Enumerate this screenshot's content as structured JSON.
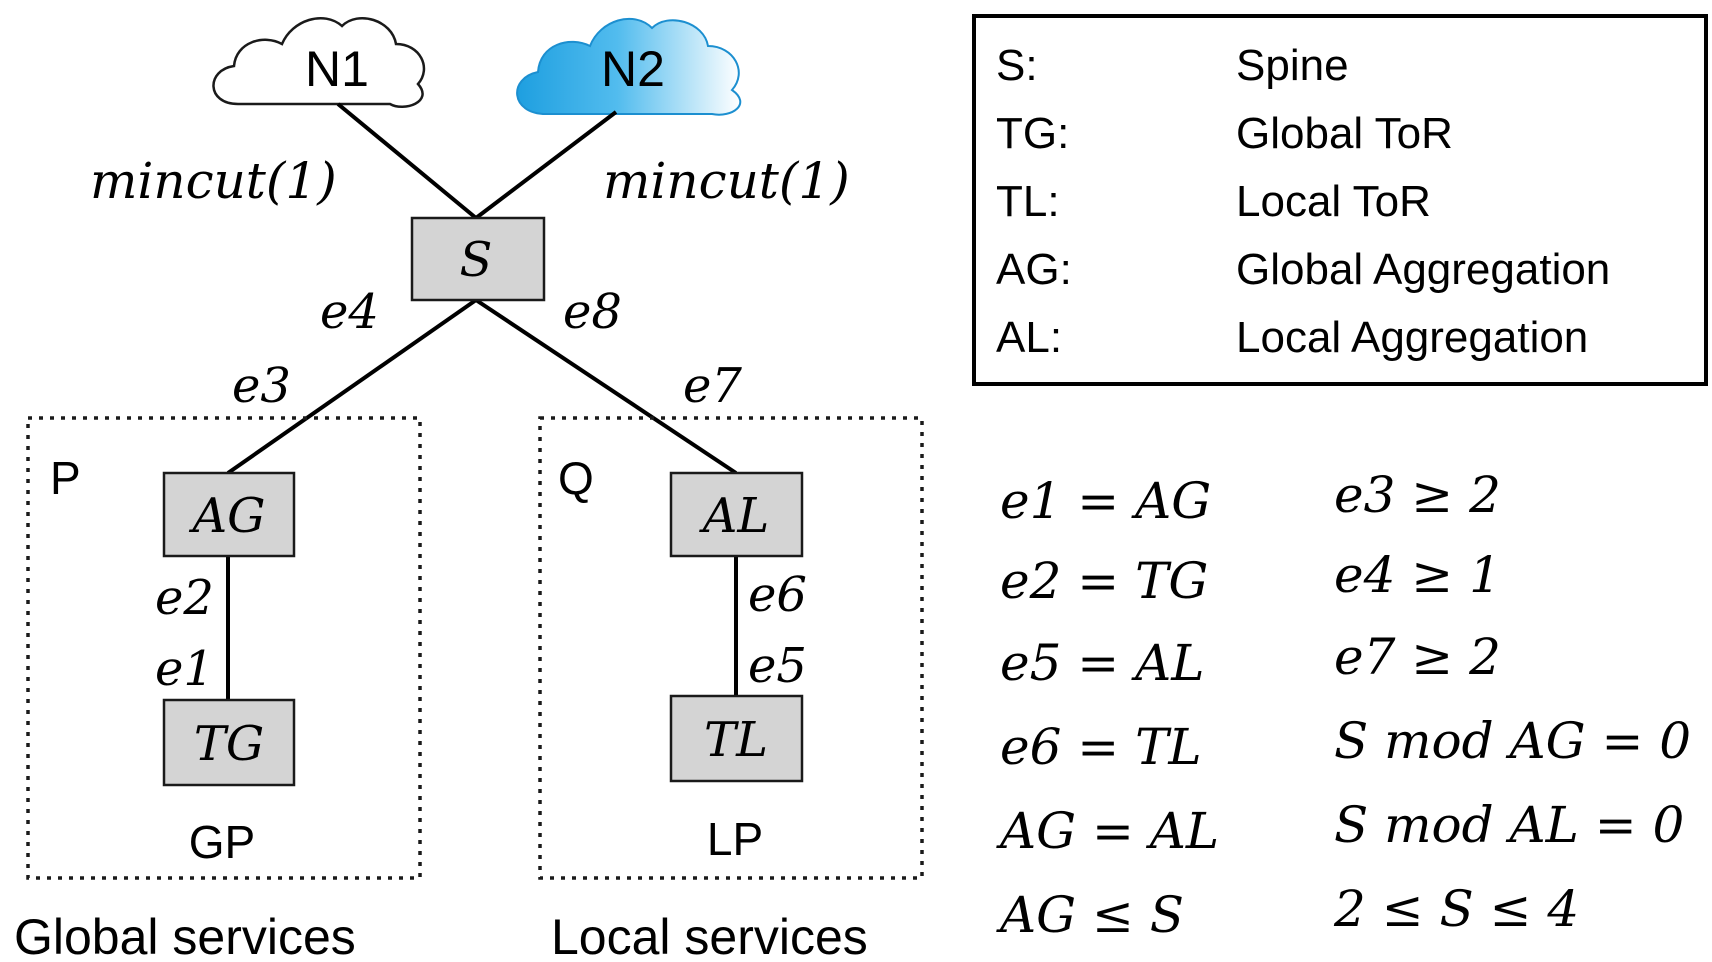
{
  "diagram": {
    "clouds": [
      {
        "id": "n1",
        "label": "N1",
        "style": "outline"
      },
      {
        "id": "n2",
        "label": "N2",
        "style": "filled-blue-gradient"
      }
    ],
    "uplink_labels": {
      "left": "mincut(1)",
      "right": "mincut(1)"
    },
    "nodes": {
      "spine": "S",
      "global_agg": "AG",
      "global_tor": "TG",
      "local_agg": "AL",
      "local_tor": "TL"
    },
    "edge_labels": {
      "e1": "e1",
      "e2": "e2",
      "e3": "e3",
      "e4": "e4",
      "e5": "e5",
      "e6": "e6",
      "e7": "e7",
      "e8": "e8"
    },
    "groups": {
      "global": {
        "tag": "P",
        "pod": "GP",
        "caption": "Global services"
      },
      "local": {
        "tag": "Q",
        "pod": "LP",
        "caption": "Local services"
      }
    },
    "colors": {
      "node_fill": "#d4d4d4",
      "cloud_blue_dark": "#1e9fe0",
      "cloud_blue_light": "#ffffff"
    }
  },
  "legend": [
    {
      "key": "S:",
      "value": "Spine"
    },
    {
      "key": "TG:",
      "value": "Global ToR"
    },
    {
      "key": "TL:",
      "value": "Local ToR"
    },
    {
      "key": "AG:",
      "value": "Global Aggregation"
    },
    {
      "key": "AL:",
      "value": "Local Aggregation"
    }
  ],
  "constraints": {
    "left": [
      "e1 = AG",
      "e2 = TG",
      "e5 = AL",
      "e6 = TL",
      "AG = AL",
      "AG ≤ S"
    ],
    "right": [
      "e3 ≥ 2",
      "e4 ≥ 1",
      "e7 ≥ 2",
      "S mod AG = 0",
      "S mod AL = 0",
      "2 ≤ S ≤ 4"
    ]
  }
}
